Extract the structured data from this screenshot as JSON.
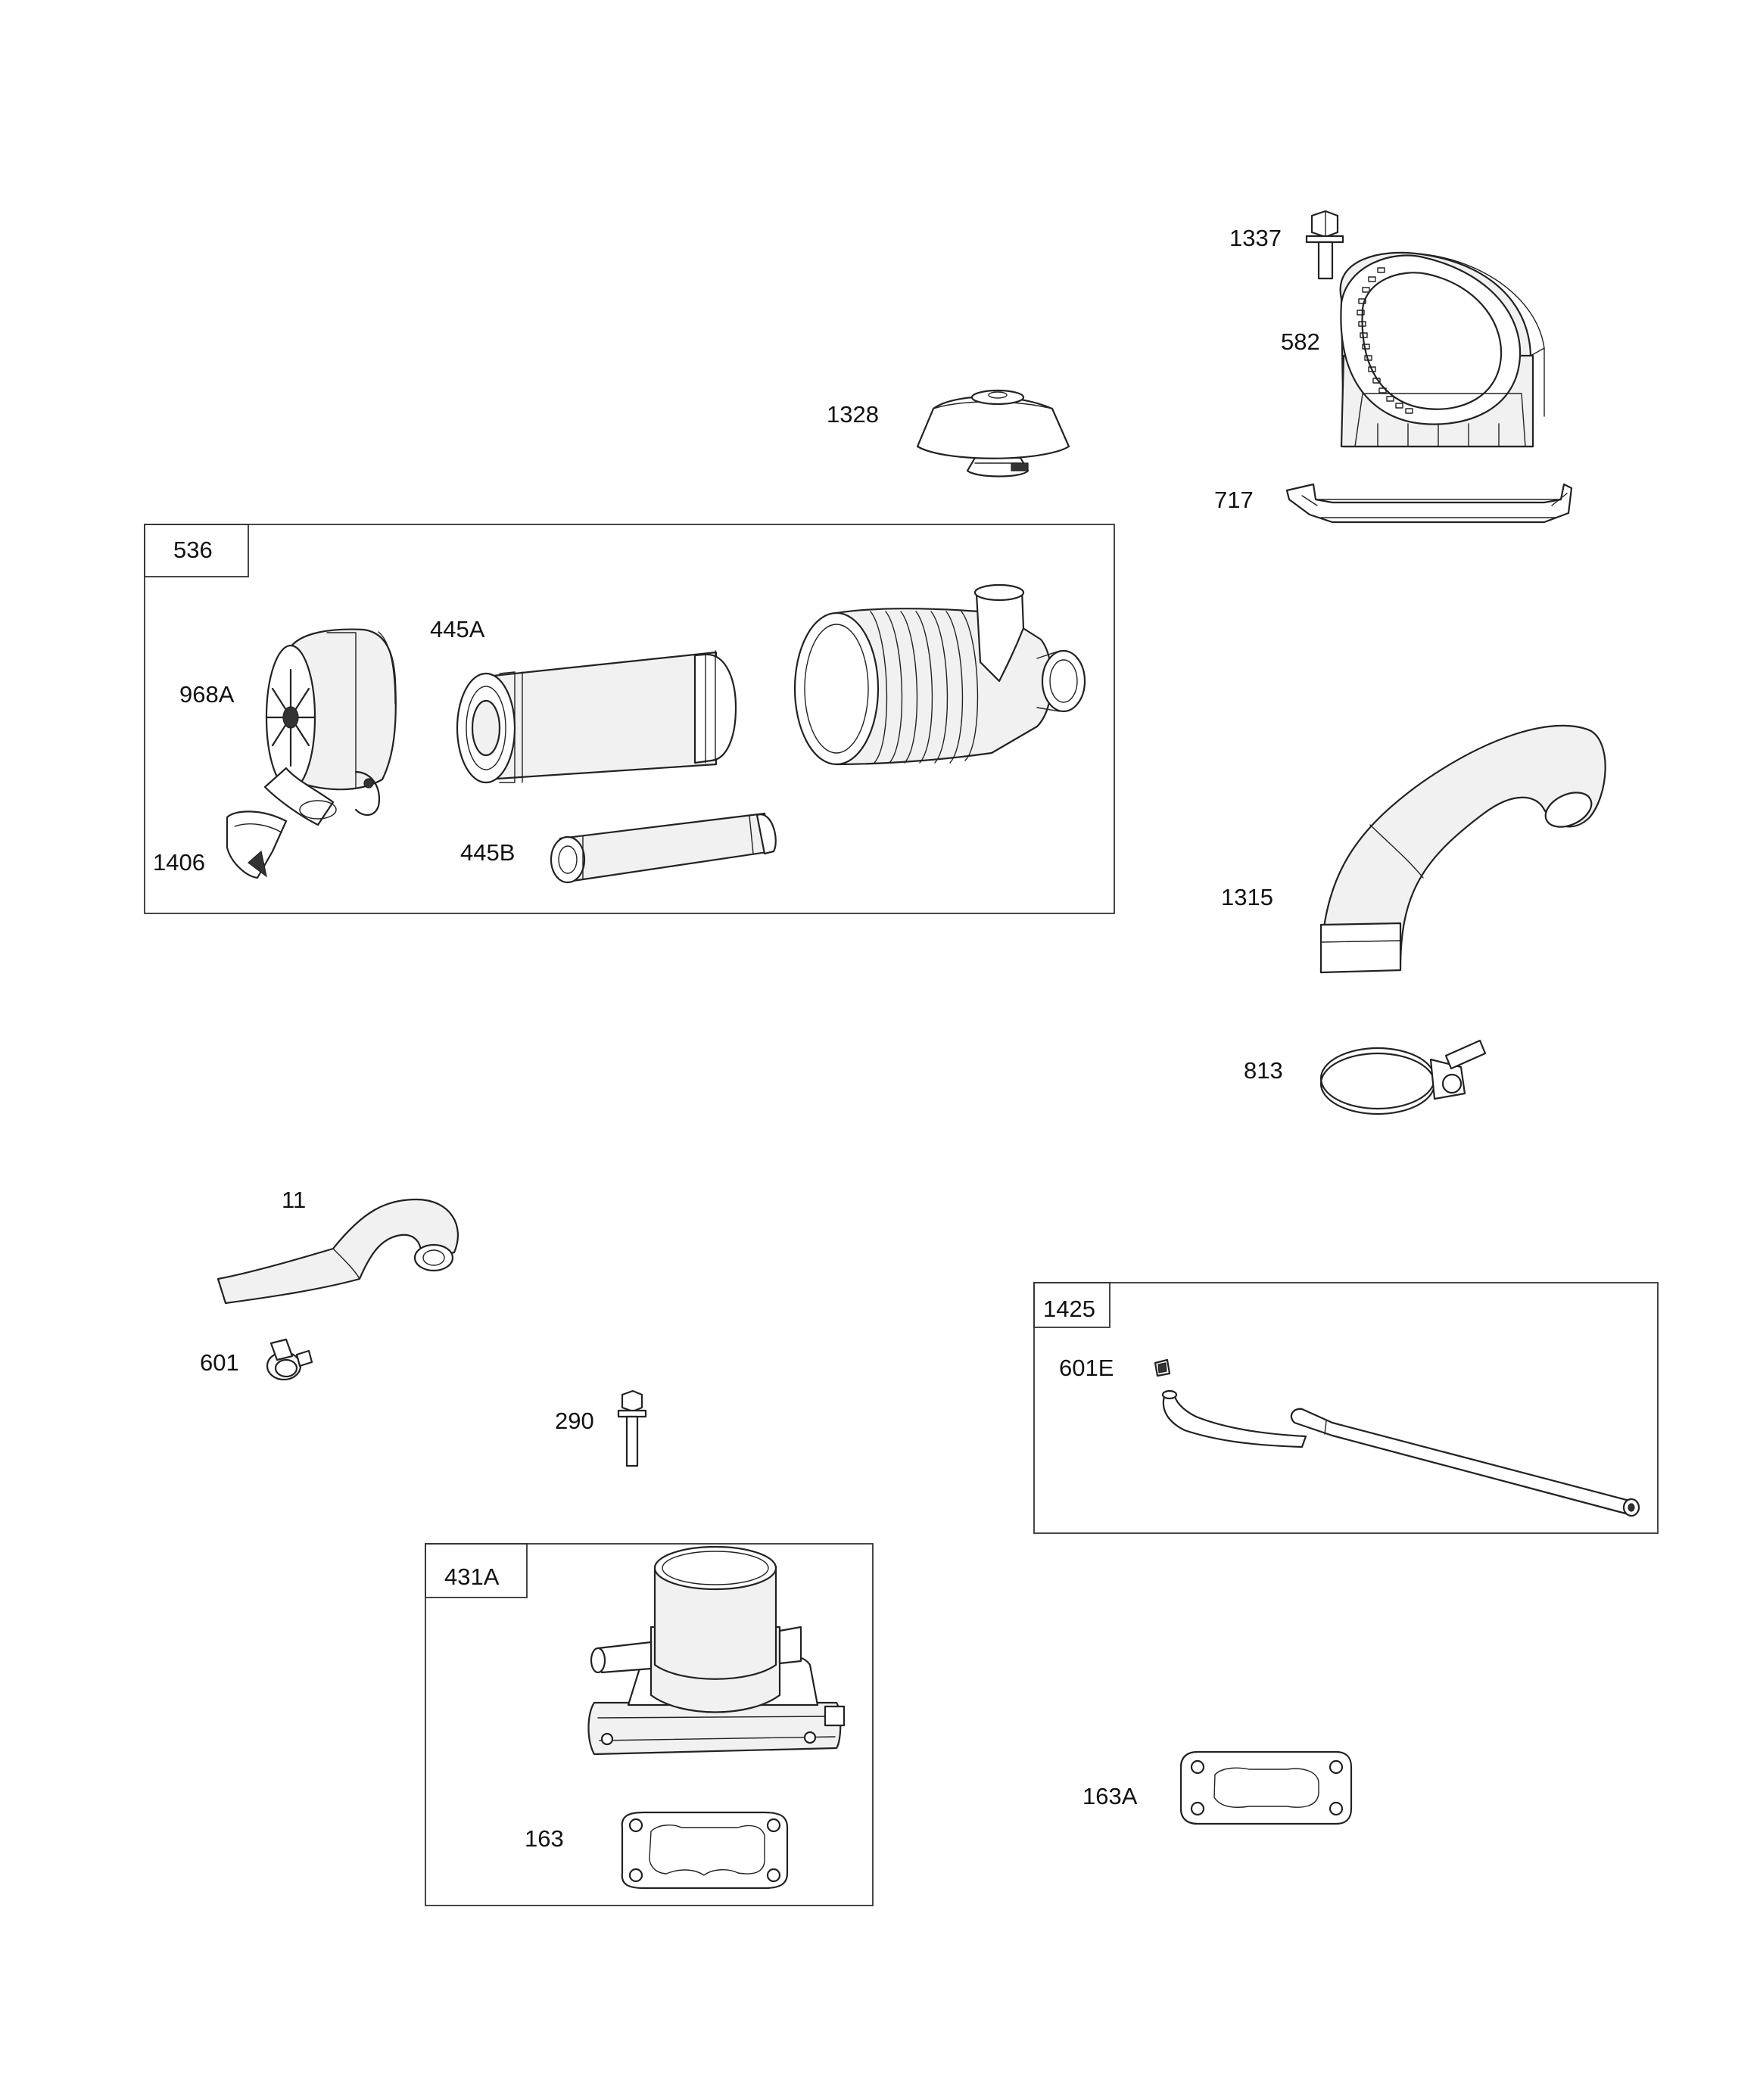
{
  "parts": {
    "p1337": "1337",
    "p582": "582",
    "p1328": "1328",
    "p717": "717",
    "p536": "536",
    "p445A": "445A",
    "p968A": "968A",
    "p1406": "1406",
    "p445B": "445B",
    "p1315": "1315",
    "p813": "813",
    "p11": "11",
    "p601": "601",
    "p290": "290",
    "p1425": "1425",
    "p601E": "601E",
    "p431A": "431A",
    "p163": "163",
    "p163A": "163A"
  }
}
